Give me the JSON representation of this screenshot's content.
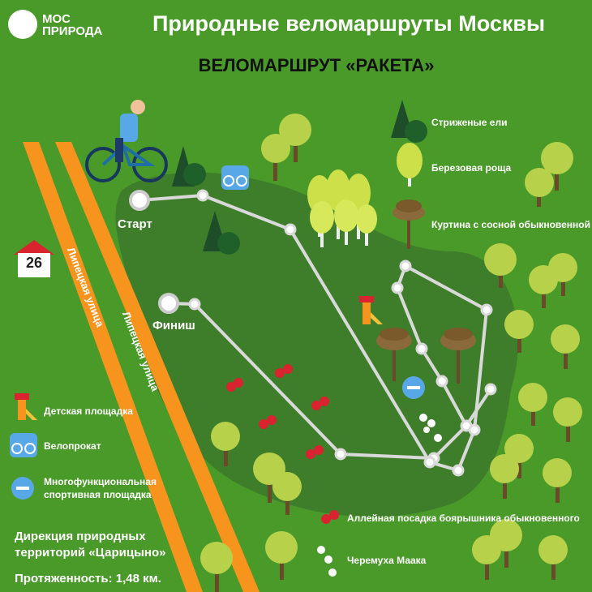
{
  "header": {
    "logo_text_line1": "МОС",
    "logo_text_line2": "ПРИРОДА",
    "title": "Природные веломаршруты Москвы",
    "subtitle": "ВЕЛОМАРШРУТ «РАКЕТА»"
  },
  "map": {
    "start_label": "Старт",
    "finish_label": "Финиш",
    "house_number": "26",
    "street_label": "Липецкая улица"
  },
  "legend_right": [
    {
      "icon": "spruce-tree-icon",
      "label": "Стриженые ели"
    },
    {
      "icon": "birch-tree-icon",
      "label": "Березовая роща"
    },
    {
      "icon": "pine-tree-icon",
      "label": "Куртина с сосной обыкновенной"
    }
  ],
  "legend_left": [
    {
      "icon": "playground-icon",
      "label": "Детская площадка"
    },
    {
      "icon": "bicycle-icon",
      "label": "Велопрокат"
    },
    {
      "icon": "dumbbell-icon",
      "label": "Многофункциональная спортивная площадка"
    }
  ],
  "legend_bottom": [
    {
      "icon": "rosehip-icon",
      "label": "Аллейная посадка боярышника обыкновенного"
    },
    {
      "icon": "bird-cherry-flower-icon",
      "label": "Черемуха Маака"
    }
  ],
  "footer": {
    "directorate": "Дирекция природных территорий «Царицыно»",
    "length": "Протяженность: 1,48 км."
  },
  "colors": {
    "background": "#4a9a2a",
    "park_area": "#3e7d2a",
    "street": "#f7941d",
    "route": "#d9d9d9",
    "tree_light": "#a8c93a"
  }
}
